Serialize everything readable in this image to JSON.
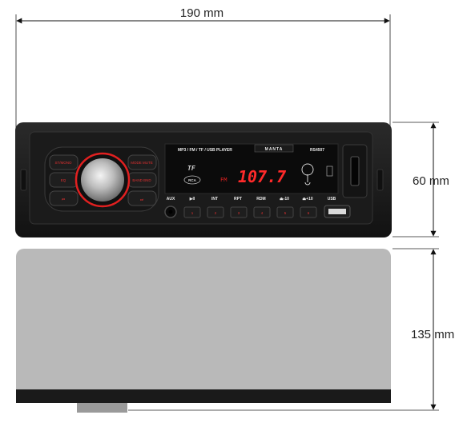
{
  "dimensions": {
    "width": "190 mm",
    "height": "60 mm",
    "depth": "135 mm"
  },
  "faceplate": {
    "title_strip": "MP3 / FM / TF / USB PLAYER",
    "brand": "MANTA",
    "model": "RS4507",
    "display": {
      "band": "FM",
      "frequency": "107.7",
      "tf_label": "TF",
      "rca_label": "RCA"
    },
    "button_labels": [
      "AUX",
      "▶II",
      "INT",
      "RPT",
      "RDM",
      "⏏-10",
      "⏏+10",
      "USB"
    ],
    "preset_numbers": [
      "1",
      "2",
      "3",
      "4",
      "5",
      "6"
    ],
    "side_buttons_left": [
      "ST/MONO",
      "EQ",
      "⏮"
    ],
    "side_buttons_right": [
      "MODE MUTE",
      "BAND BND",
      "⏭"
    ]
  },
  "colors": {
    "accent_red": "#e02020",
    "body_black": "#1c1c1c",
    "chassis_grey": "#b9b9b9"
  }
}
